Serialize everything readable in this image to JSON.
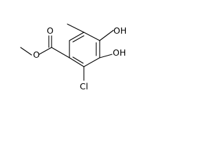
{
  "molecule": {
    "atoms": {
      "ring_hydroxyl_top": "OH",
      "ring_hydroxyl_right": "OH",
      "chlorine": "Cl",
      "carbonyl_oxygen": "O",
      "ester_oxygen": "O"
    },
    "colors": {
      "bond": "#000000",
      "label": "#000000",
      "background": "#ffffff"
    }
  }
}
